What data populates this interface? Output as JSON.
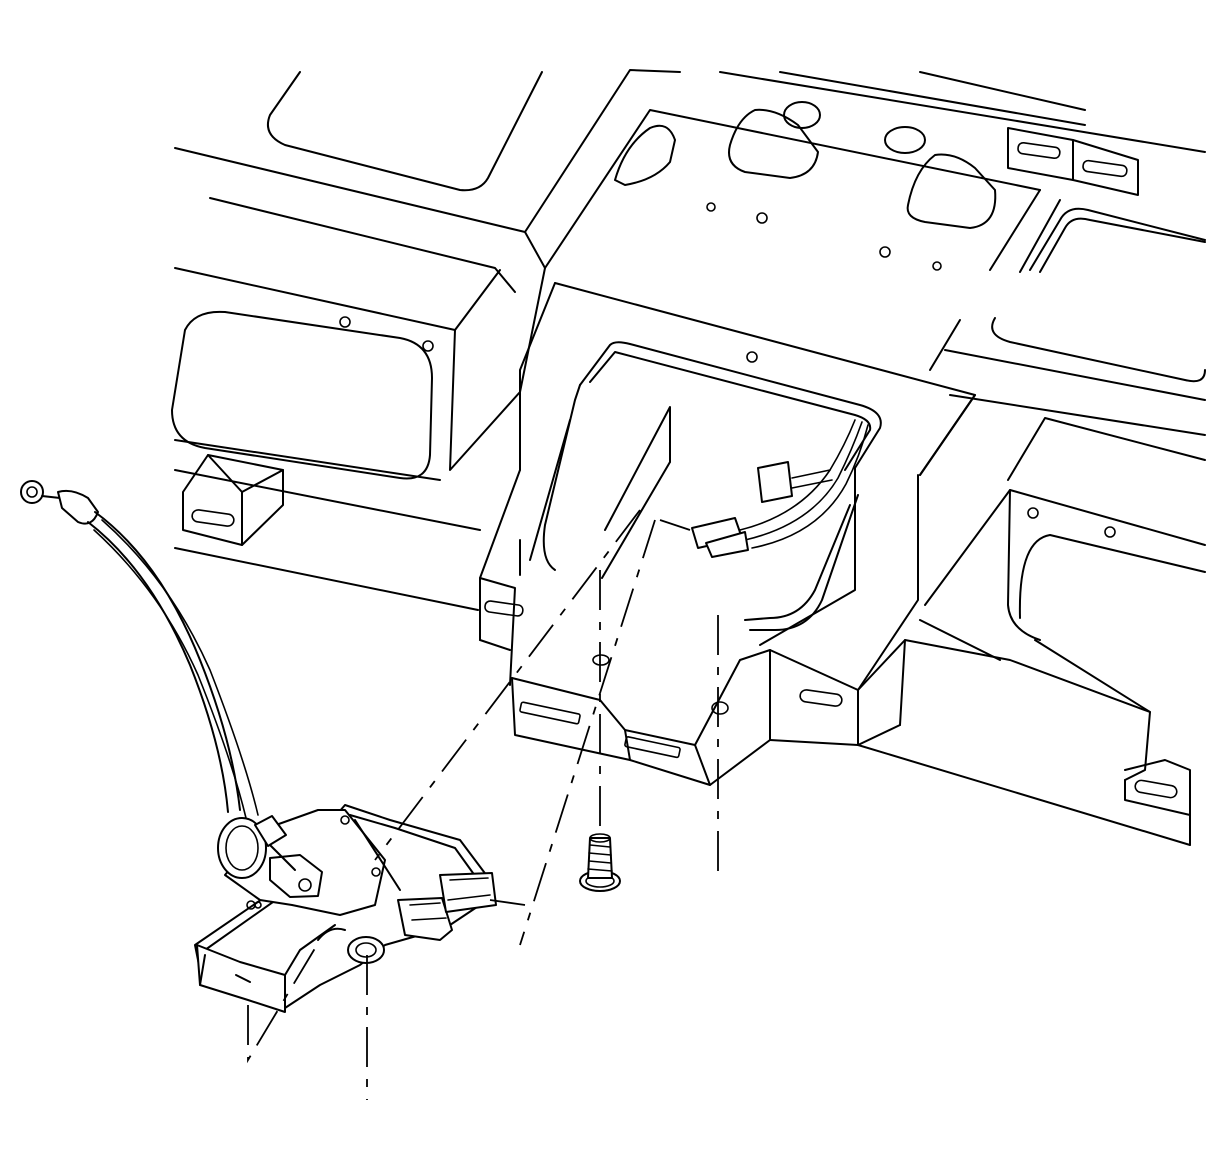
{
  "figure": {
    "kind": "exploded service illustration",
    "labels": [],
    "colors": {
      "line": "#000000",
      "background": "#ffffff"
    }
  },
  "parts": [
    {
      "name": "rear-body-panel"
    },
    {
      "name": "latch-mount-opening"
    },
    {
      "name": "wiring-harness-connector"
    },
    {
      "name": "release-cable"
    },
    {
      "name": "latch-assembly"
    },
    {
      "name": "mounting-bolt"
    }
  ]
}
